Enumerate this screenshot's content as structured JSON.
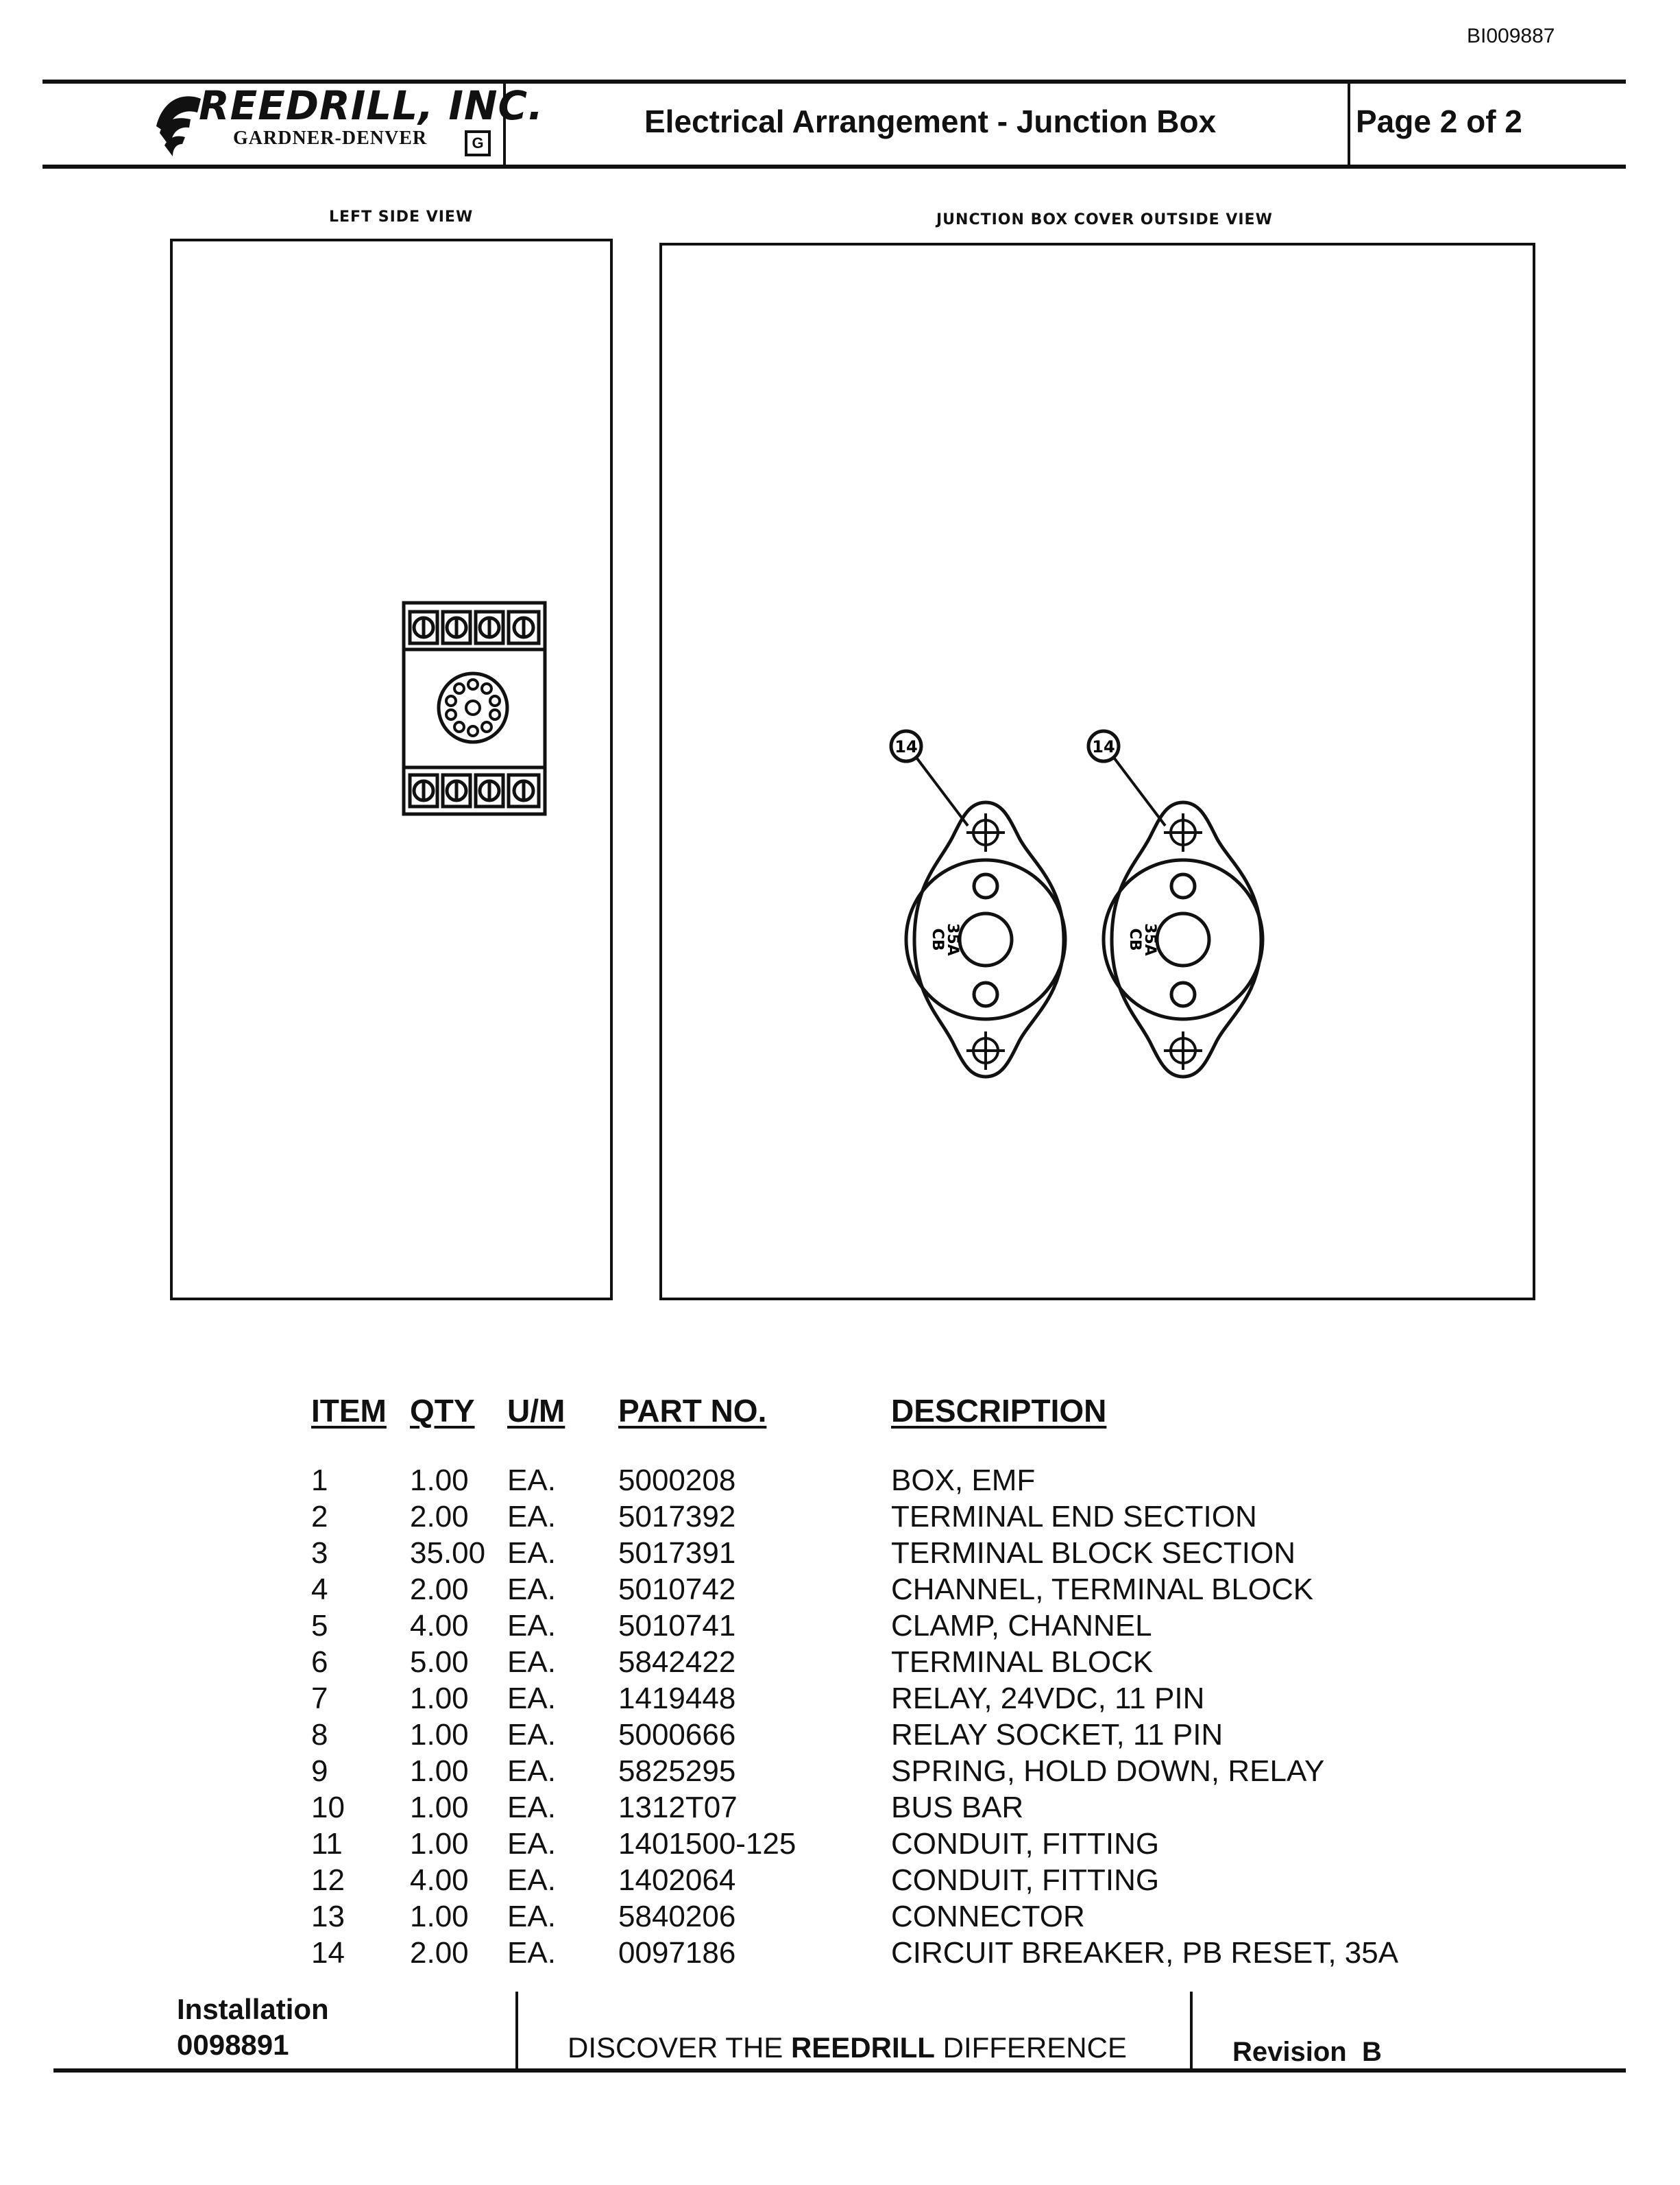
{
  "doc_id": "BI009887",
  "header": {
    "company": "REEDRILL, INC.",
    "parent": "GARDNER-DENVER",
    "parent_mark": "G",
    "title": "Electrical Arrangement - Junction Box",
    "page": "Page 2 of  2"
  },
  "views": {
    "left_label": "LEFT SIDE VIEW",
    "right_label": "JUNCTION BOX COVER OUTSIDE VIEW",
    "callout": "14",
    "breaker_label_1": "CB",
    "breaker_label_2": "35A"
  },
  "table": {
    "headers": [
      "ITEM",
      "QTY",
      "U/M",
      "PART NO.",
      "DESCRIPTION"
    ],
    "rows": [
      [
        "1",
        "1.00",
        "EA.",
        "5000208",
        "BOX, EMF"
      ],
      [
        "2",
        "2.00",
        "EA.",
        "5017392",
        "TERMINAL END SECTION"
      ],
      [
        "3",
        "35.00",
        "EA.",
        "5017391",
        "TERMINAL BLOCK SECTION"
      ],
      [
        "4",
        "2.00",
        "EA.",
        "5010742",
        "CHANNEL, TERMINAL BLOCK"
      ],
      [
        "5",
        "4.00",
        "EA.",
        "5010741",
        "CLAMP, CHANNEL"
      ],
      [
        "6",
        "5.00",
        "EA.",
        "5842422",
        "TERMINAL BLOCK"
      ],
      [
        "7",
        "1.00",
        "EA.",
        "1419448",
        "RELAY, 24VDC, 11 PIN"
      ],
      [
        "8",
        "1.00",
        "EA.",
        "5000666",
        "RELAY SOCKET, 11 PIN"
      ],
      [
        "9",
        "1.00",
        "EA.",
        "5825295",
        "SPRING, HOLD DOWN, RELAY"
      ],
      [
        "10",
        "1.00",
        "EA.",
        "1312T07",
        "BUS BAR"
      ],
      [
        "11",
        "1.00",
        "EA.",
        "1401500-125",
        "CONDUIT, FITTING"
      ],
      [
        "12",
        "4.00",
        "EA.",
        "1402064",
        "CONDUIT, FITTING"
      ],
      [
        "13",
        "1.00",
        "EA.",
        "5840206",
        "CONNECTOR"
      ],
      [
        "14",
        "2.00",
        "EA.",
        "0097186",
        "CIRCUIT BREAKER, PB RESET, 35A"
      ]
    ]
  },
  "footer": {
    "installation_label": "Installation",
    "installation_number": "0098891",
    "slogan_prefix": "DISCOVER THE ",
    "slogan_brand": "REEDRILL",
    "slogan_suffix": " DIFFERENCE",
    "revision_label": "Revision",
    "revision_value": "B"
  }
}
